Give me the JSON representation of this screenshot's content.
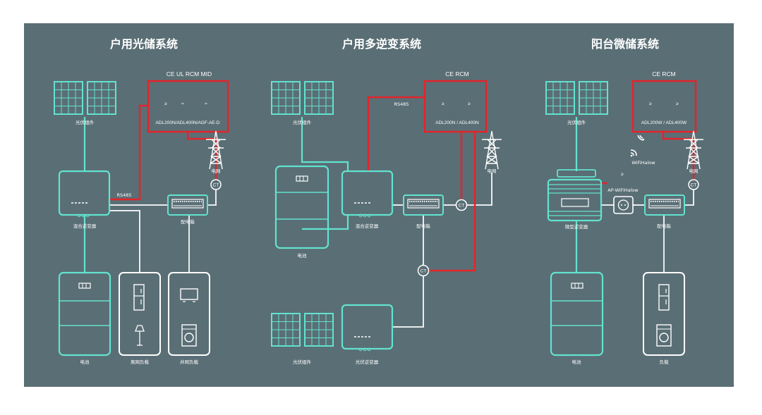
{
  "panels": [
    {
      "title": "户用光储系统",
      "certs": "CE  UL  RCM  MID",
      "meter_model": "ADL200N/ADL400N/AGF-AE-D",
      "pv_label": "光伏组件",
      "grid_label": "电网",
      "rs485": "RS485",
      "inverter_label": "混合逆变器",
      "distribution_label": "配电箱",
      "ct": "CT",
      "battery_label": "电池",
      "backup_load_label": "离网负载",
      "grid_load_label": "并网负载"
    },
    {
      "title": "户用多逆变系统",
      "certs": "CE  RCM",
      "meter_model": "ADL200N / ADL400N",
      "pv_label": "光伏组件",
      "grid_label": "电网",
      "rs485": "RS485",
      "inverter_label": "混合逆变器",
      "distribution_label": "配电箱",
      "ct": "CT",
      "battery_label": "电池",
      "pv2_label": "光伏组件",
      "pv_inverter_label": "光伏逆变器"
    },
    {
      "title": "阳台微储系统",
      "certs": "CE  RCM",
      "meter_model": "ADL200W / ADL400W",
      "pv_label": "光伏组件",
      "grid_label": "电网",
      "wifi_label": "WiFiHalow",
      "ap_label": "AP-WiFiHalow",
      "micro_inverter_label": "微型逆变器",
      "distribution_label": "配电箱",
      "ct": "CT",
      "battery_label": "电池",
      "load_label": "负载"
    }
  ],
  "colors": {
    "background": "#5a6e75",
    "device": "#62e3cf",
    "comm": "#e3242b",
    "power": "#e8ecee"
  }
}
